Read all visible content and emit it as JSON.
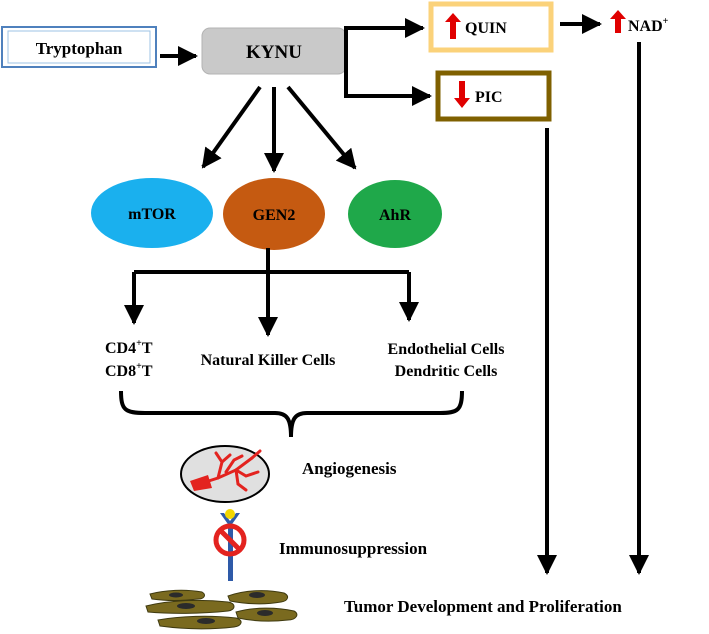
{
  "nodes": {
    "tryptophan": "Tryptophan",
    "kynu": "KYNU",
    "quin": "QUIN",
    "pic": "PIC",
    "nad_base": "NAD",
    "nad_sup": "+",
    "mtor": "mTOR",
    "gen2": "GEN2",
    "ahr": "AhR"
  },
  "cells": {
    "cd4_base": "CD4",
    "cd4_sup": "+",
    "cd4_tail": "T",
    "cd8_base": "CD8",
    "cd8_sup": "+",
    "cd8_tail": "T",
    "nk": "Natural Killer Cells",
    "endothelial": "Endothelial Cells",
    "dendritic": "Dendritic Cells"
  },
  "outcomes": {
    "angiogenesis": "Angiogenesis",
    "immunosuppression": "Immunosuppression",
    "tumor": "Tumor Development and Proliferation"
  },
  "indicators": {
    "quin": "up",
    "pic": "down",
    "nad": "up"
  },
  "colors": {
    "tryptophan_border": "#4f81bd",
    "kynu_fill": "#c9c9c9",
    "quin_border": "#fbd27a",
    "pic_border": "#7f6000",
    "indicator_arrow": "#e00000",
    "mtor_fill": "#1ab0ee",
    "gen2_fill": "#c55a11",
    "ahr_fill": "#1fa84a",
    "vessel_fill": "#e0e0e0",
    "vessel_red": "#e3231f",
    "receptor_blue": "#2e5aa8",
    "no_sign_red": "#e3231f",
    "cell_fill": "#7a6a1f",
    "nucleus_fill": "#2b2b2b"
  },
  "icons": {
    "angiogenesis": "blood-vessel-icon",
    "immunosuppression": "blocked-receptor-icon",
    "tumor": "tumor-cells-icon"
  }
}
